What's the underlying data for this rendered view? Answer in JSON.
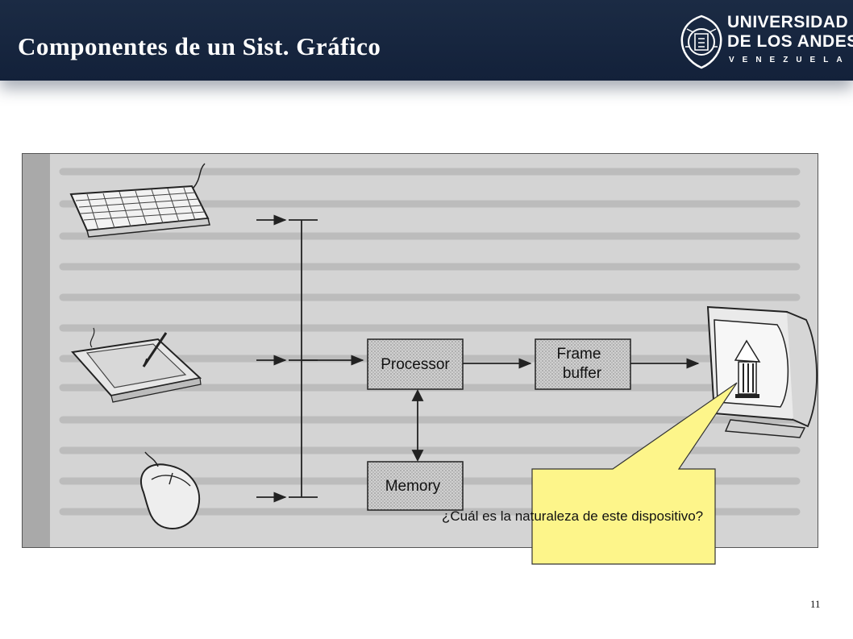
{
  "slide": {
    "title": "Componentes de un Sist. Gráfico",
    "page_number": "11"
  },
  "logo": {
    "line1": "UNIVERSIDAD",
    "line2": "DE LOS ANDES",
    "line3": "VENEZUELA"
  },
  "diagram": {
    "processor_label": "Processor",
    "frame_buffer_label_line1": "Frame",
    "frame_buffer_label_line2": "buffer",
    "memory_label": "Memory"
  },
  "callout": {
    "text": "¿Cuál es la naturaleza de este dispositivo?",
    "fill": "#fdf58a"
  }
}
